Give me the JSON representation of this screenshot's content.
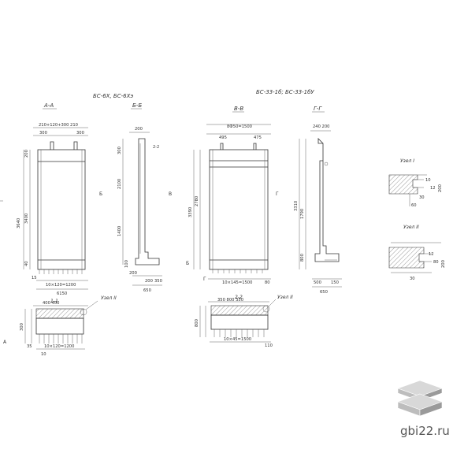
{
  "titles": {
    "left_group": "БС-6Х, БС-6Хэ",
    "right_group": "БС-33-1б; БС-33-1бУ"
  },
  "sections": {
    "aa": "А-А",
    "bb": "Б-Б",
    "vv": "В-В",
    "gg": "Г-Г",
    "s1": "1-1",
    "s2": "2-2"
  },
  "nodes": {
    "node1": "Узел I",
    "node2": "Узел II",
    "callout_left": "Узел II",
    "callout_right": "Узел II"
  },
  "markers": {
    "a_left": "А",
    "b_mark": "Б",
    "v_mark": "В",
    "g_mark": "Г"
  },
  "dims": {
    "aa_top": "210+120+300 210",
    "aa_top_l": "300",
    "aa_top_r": "300",
    "aa_h_total": "3640",
    "aa_h_inner": "3400",
    "aa_h_top": "200",
    "aa_h_bot": "40",
    "aa_bot_small": "15",
    "aa_bottom": "10×120=1200",
    "aa_width": "6150",
    "bb_top": "200",
    "bb_h": "2100",
    "bb_h2": "300",
    "bb_h3": "1400",
    "bb_w1": "200",
    "bb_w2": "350",
    "bb_w_total": "650",
    "bb_b": "100",
    "vv_top": "8Ф50=1500",
    "vv_h": "3390",
    "vv_h2": "2780",
    "vv_bottom": "10×145=1500",
    "vv_width": "80",
    "vv_c1": "495",
    "vv_c2": "475",
    "gg_top": "240 200",
    "gg_h": "3310",
    "gg_h2": "1790",
    "gg_h3": "800",
    "gg_w1": "500",
    "gg_w2": "150",
    "gg_w_total": "650",
    "s1_top": "400 400",
    "s1_h": "300",
    "s1_bottom": "10×120=1200",
    "s1_small": "35",
    "s1_w": "10",
    "s2_top": "350 800 350",
    "s2_h": "800",
    "s2_bottom": "10×45=1500",
    "s2_w": "110",
    "n1_a": "10",
    "n1_b": "12",
    "n1_c": "200",
    "n1_d": "30",
    "n1_e": "60",
    "n2_a": "12",
    "n2_b": "80",
    "n2_c": "200",
    "n2_d": "30"
  },
  "watermark": {
    "site": "gbi22.ru"
  },
  "colors": {
    "ink": "#333333",
    "logo_light": "#d8d8d8",
    "logo_mid": "#bdbdbd",
    "logo_dark": "#9a9a9a"
  }
}
